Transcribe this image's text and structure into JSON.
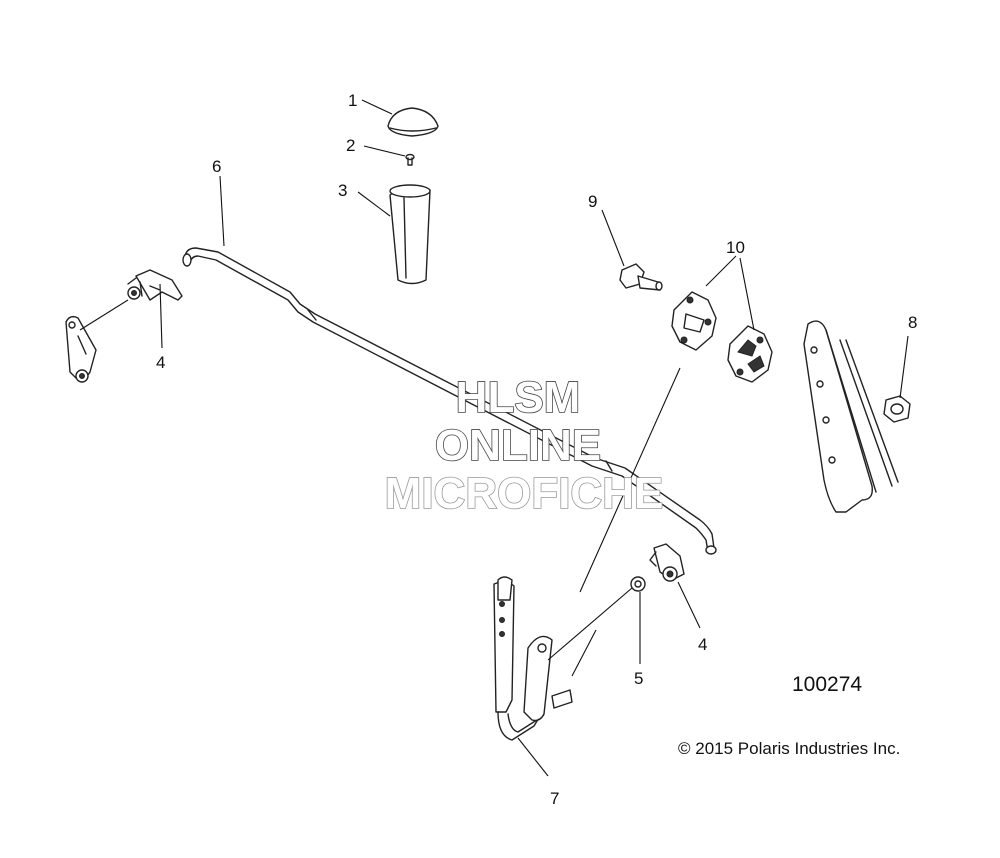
{
  "callouts": [
    {
      "id": "1",
      "text": "1"
    },
    {
      "id": "2",
      "text": "2"
    },
    {
      "id": "3",
      "text": "3"
    },
    {
      "id": "4a",
      "text": "4"
    },
    {
      "id": "4b",
      "text": "4"
    },
    {
      "id": "5",
      "text": "5"
    },
    {
      "id": "6",
      "text": "6"
    },
    {
      "id": "7",
      "text": "7"
    },
    {
      "id": "8",
      "text": "8"
    },
    {
      "id": "9",
      "text": "9"
    },
    {
      "id": "10",
      "text": "10"
    }
  ],
  "figure_number": "100274",
  "copyright": "© 2015 Polaris Industries Inc.",
  "watermark": {
    "line1": "HLSM",
    "line2": "ONLINE",
    "line3": "MICROFICHE"
  }
}
